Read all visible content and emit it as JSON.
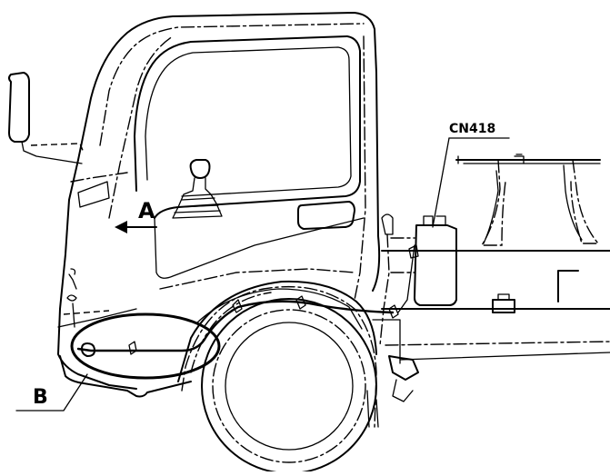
{
  "labels": {
    "connector": "CN418",
    "view_a": "A",
    "view_b": "B"
  },
  "colors": {
    "line": "#000000",
    "background": "#ffffff"
  }
}
